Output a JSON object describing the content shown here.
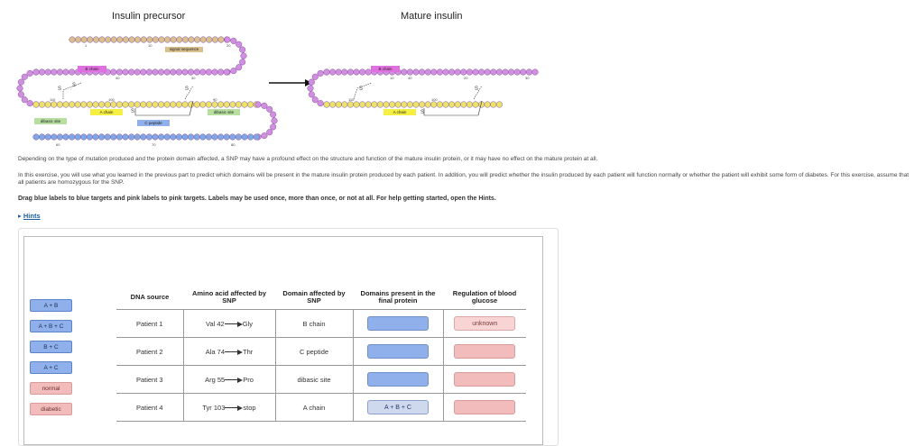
{
  "figure": {
    "left_title": "Insulin precursor",
    "right_title": "Mature insulin",
    "labels": {
      "signal_sequence": "signal sequence",
      "b_chain": "B chain",
      "a_chain": "A chain",
      "c_peptide": "C peptide",
      "dibasic_site": "dibasic site",
      "s": "S"
    },
    "numbers_left": [
      "1",
      "10",
      "20",
      "30",
      "40",
      "60",
      "70",
      "80",
      "90",
      "100",
      "110"
    ],
    "numbers_right": [
      "10",
      "20",
      "30",
      "40",
      "100",
      "110"
    ],
    "colors": {
      "residue_fill": "#d08fe0",
      "a_chain_residue": "#ece46a",
      "c_peptide_residue": "#7fa7e6",
      "signal_residue": "#d9c08d",
      "b_chain_label": "#e070e0",
      "a_chain_label": "#f5ef44",
      "c_peptide_label": "#8fb0ea",
      "dibasic_label": "#b6dfa0"
    }
  },
  "instructions": {
    "p1": "Depending on the type of mutation produced and the protein domain affected, a SNP may have a profound effect on the structure and function of the mature insulin protein, or it may have no effect on the mature protein at all.",
    "p2": "In this exercise, you will use what you learned in the previous part to predict which domains will be present in the mature insulin protein produced by each patient. In addition, you will predict whether the insulin produced by each patient will function normally or whether the patient will exhibit some form of diabetes. For this exercise, assume that all patients are homozygous for the SNP.",
    "p3": "Drag blue labels to blue targets and pink labels to pink targets. Labels may be used once, more than once, or not at all. For help getting started, open the Hints.",
    "hints_arrow": "▸",
    "hints_label": "Hints"
  },
  "label_bank": {
    "blue": [
      "A + B",
      "A + B + C",
      "B + C",
      "A + C"
    ],
    "pink": [
      "normal",
      "diabetic"
    ]
  },
  "table": {
    "headers": [
      "DNA source",
      "Amino acid affected by SNP",
      "Domain affected by SNP",
      "Domains present in the final protein",
      "Regulation of blood glucose"
    ],
    "rows": [
      {
        "source": "Patient 1",
        "aa_from": "Val 42",
        "aa_to": "Gly",
        "domain": "B chain",
        "present": "",
        "regulation": "unknown"
      },
      {
        "source": "Patient 2",
        "aa_from": "Ala 74",
        "aa_to": "Thr",
        "domain": "C peptide",
        "present": "",
        "regulation": ""
      },
      {
        "source": "Patient 3",
        "aa_from": "Arg 55",
        "aa_to": "Pro",
        "domain": "dibasic site",
        "present": "",
        "regulation": ""
      },
      {
        "source": "Patient 4",
        "aa_from": "Tyr 103",
        "aa_to": "stop",
        "domain": "A chain",
        "present": "A + B + C",
        "regulation": ""
      }
    ]
  }
}
